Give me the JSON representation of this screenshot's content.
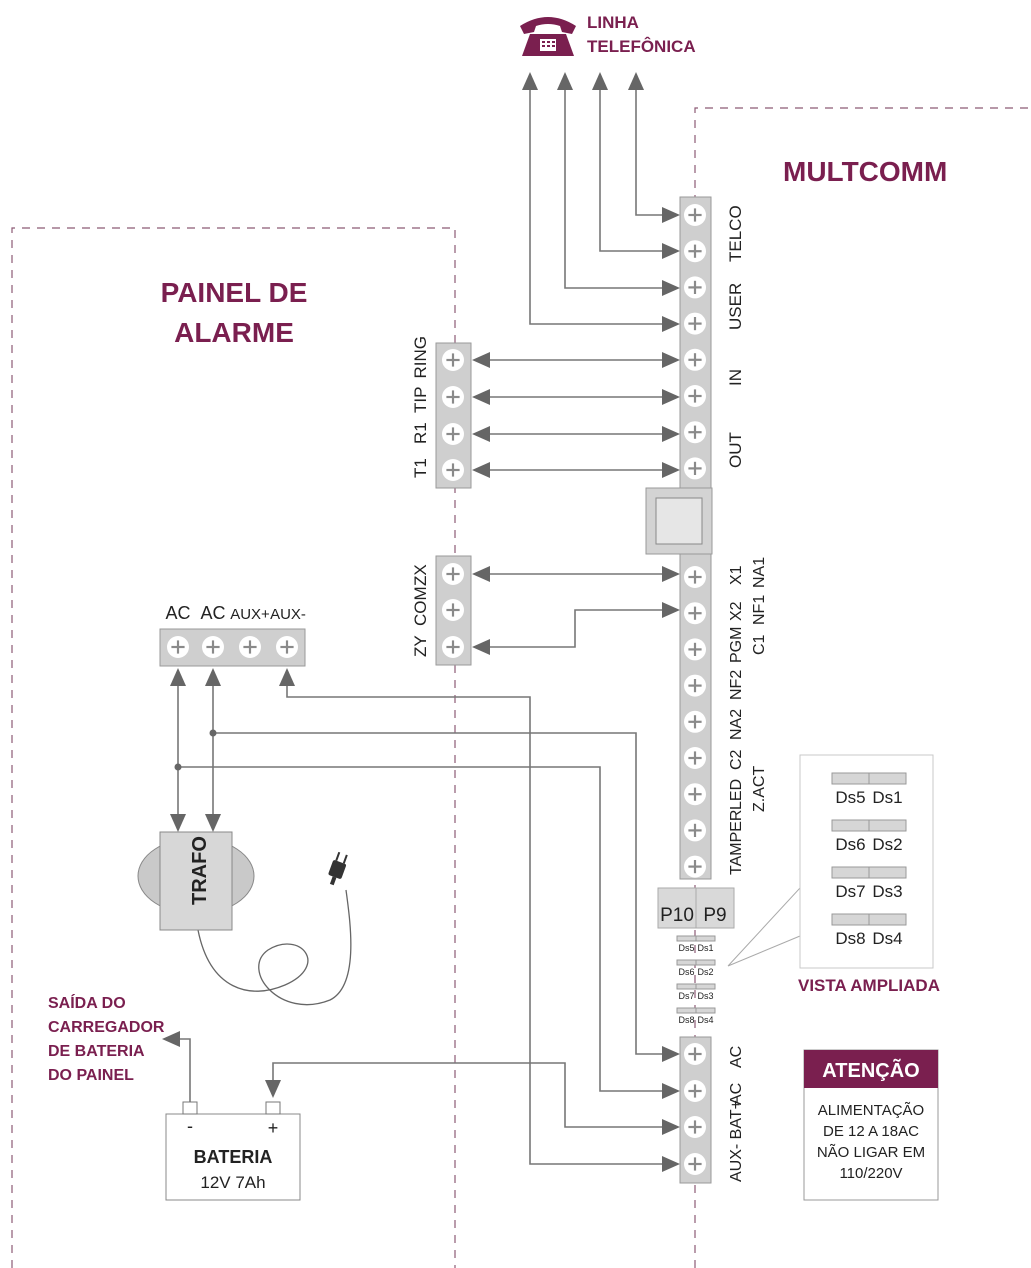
{
  "phone_line": {
    "label_line1": "LINHA",
    "label_line2": "TELEFÔNICA"
  },
  "multcomm": {
    "title": "MULTCOMM",
    "group_labels": [
      "TELCO",
      "USER",
      "IN",
      "OUT",
      "X1",
      "X2",
      "NF1",
      "NA1",
      "PGM",
      "C1",
      "NF2",
      "NA2",
      "C2",
      "LED",
      "Z.ACT",
      "TAMPER",
      "AC",
      "AC",
      "AUX- BAT+"
    ],
    "jumpers": [
      "P10",
      "P9"
    ],
    "dip_small": [
      [
        "Ds5",
        "Ds1"
      ],
      [
        "Ds6",
        "Ds2"
      ],
      [
        "Ds7",
        "Ds3"
      ],
      [
        "Ds8",
        "Ds4"
      ]
    ]
  },
  "painel": {
    "title_line1": "PAINEL DE",
    "title_line2": "ALARME",
    "phone_terminals": [
      "TIP",
      "RING",
      "R1",
      "T1"
    ],
    "zone_terminals": [
      "ZX",
      "COM",
      "ZY"
    ],
    "power_terminals": [
      "AC",
      "AC",
      "AUX+",
      "AUX-"
    ]
  },
  "trafo": {
    "label": "TRAFO"
  },
  "battery": {
    "title": "BATERIA",
    "spec": "12V 7Ah",
    "minus": "-",
    "plus": "+"
  },
  "charger_output": {
    "lines": [
      "SAÍDA DO",
      "CARREGADOR",
      "DE BATERIA",
      "DO PAINEL"
    ]
  },
  "zoom_view": {
    "rows": [
      [
        "Ds5",
        "Ds1"
      ],
      [
        "Ds6",
        "Ds2"
      ],
      [
        "Ds7",
        "Ds3"
      ],
      [
        "Ds8",
        "Ds4"
      ]
    ],
    "caption": "VISTA AMPLIADA"
  },
  "warning": {
    "header": "ATENÇÃO",
    "lines": [
      "ALIMENTAÇÃO",
      "DE 12 A 18AC",
      "NÃO LIGAR EM",
      "110/220V"
    ]
  },
  "colors": {
    "accent": "#7a1f4f",
    "wire": "#777777",
    "terminal": "#cfcfcf"
  }
}
